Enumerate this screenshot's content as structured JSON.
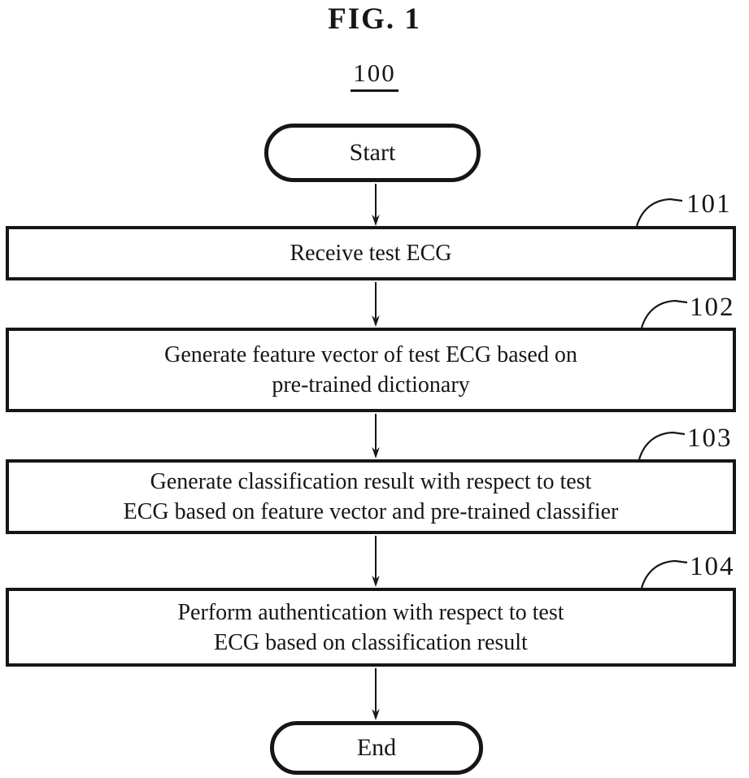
{
  "figure": {
    "title": "FIG. 1",
    "reference_number": "100"
  },
  "flowchart": {
    "start_label": "Start",
    "end_label": "End",
    "steps": [
      {
        "id": "101",
        "line1": "Receive test ECG"
      },
      {
        "id": "102",
        "line1": "Generate feature vector of test ECG based on",
        "line2": "pre-trained dictionary"
      },
      {
        "id": "103",
        "line1": "Generate classification result with respect to test",
        "line2": "ECG based on feature vector and pre-trained classifier"
      },
      {
        "id": "104",
        "line1": "Perform authentication with respect to test",
        "line2": "ECG based on classification result"
      }
    ]
  },
  "colors": {
    "ink": "#161616",
    "background": "#ffffff"
  }
}
